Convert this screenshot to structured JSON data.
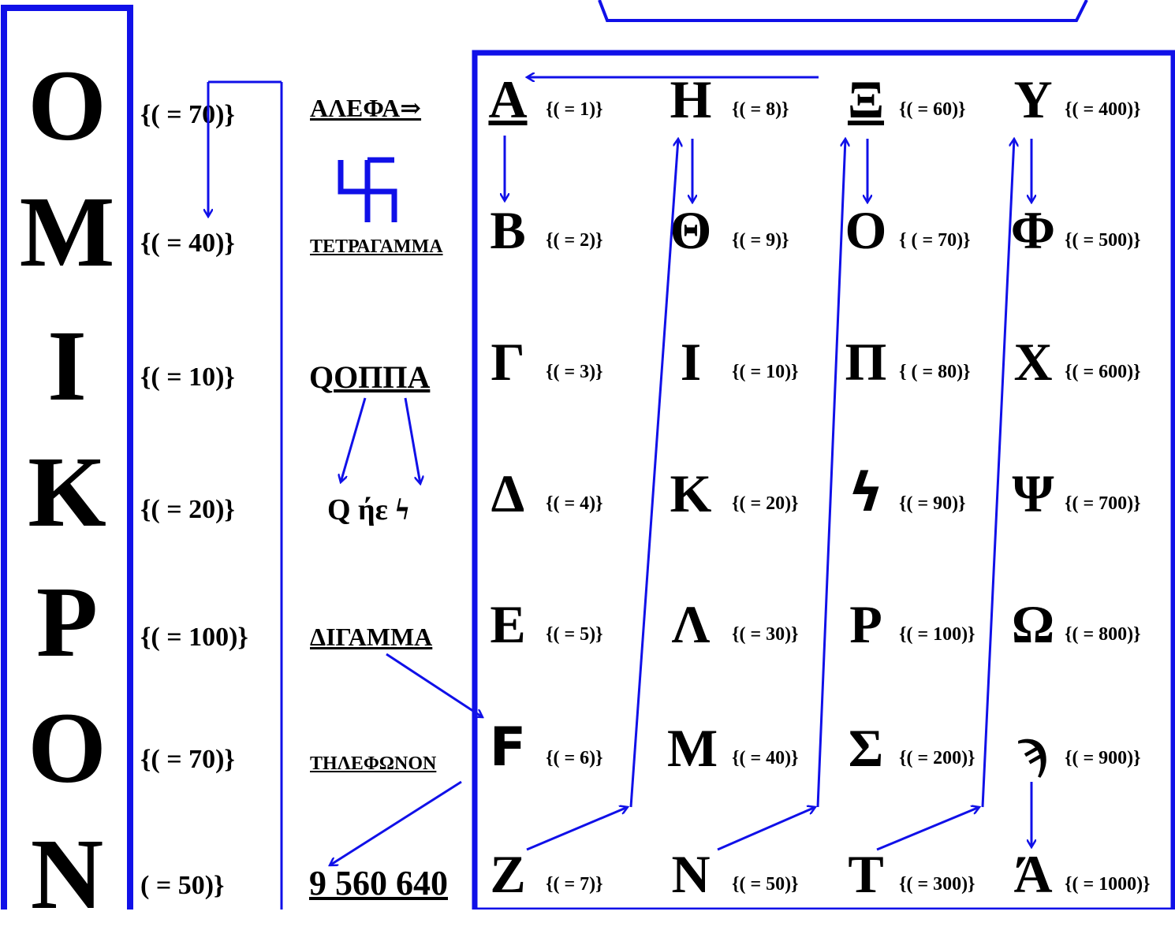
{
  "left_word": [
    "Ο",
    "Μ",
    "Ι",
    "Κ",
    "Ρ",
    "Ο",
    "Ν"
  ],
  "left_values": [
    "{( =   70)}",
    "{( =   40)}",
    "{( =   10)}",
    "{( =   20)}",
    "{( =  100)}",
    "{( =   70)}",
    "( =  50)}"
  ],
  "middle": {
    "alefa": "ΑΛΕΦΑ⇒",
    "tetragamma": "ΤΕΤΡΑΓΑΜΜΑ",
    "qoppa_q": "Q",
    "qoppa_rest": "ΟΠΠΑ",
    "q_or": "Q ήε ϟ",
    "digamma": "ΔΙΓΑΜΜΑ",
    "tilefonon": "ΤΗΛΕΦΩΝΟΝ",
    "phone": "9 560 640"
  },
  "grid": [
    [
      {
        "g": "Α",
        "v": "{( = 1)}"
      },
      {
        "g": "Η",
        "v": "{( = 8)}"
      },
      {
        "g": "Ξ",
        "v": "{( = 60)}"
      },
      {
        "g": "Υ",
        "v": "{( = 400)}"
      }
    ],
    [
      {
        "g": "Β",
        "v": "{( = 2)}"
      },
      {
        "g": "Θ",
        "v": "{( = 9)}"
      },
      {
        "g": "Ο",
        "v": "{ ( = 70)}"
      },
      {
        "g": "Φ",
        "v": "{( = 500)}"
      }
    ],
    [
      {
        "g": "Γ",
        "v": "{( = 3)}"
      },
      {
        "g": "Ι",
        "v": "{( = 10)}"
      },
      {
        "g": "Π",
        "v": "{ ( = 80)}"
      },
      {
        "g": "Χ",
        "v": "{( = 600)}"
      }
    ],
    [
      {
        "g": "Δ",
        "v": "{( = 4)}"
      },
      {
        "g": "Κ",
        "v": "{( = 20)}"
      },
      {
        "g": "ϟ",
        "v": "{( = 90)}"
      },
      {
        "g": "Ψ",
        "v": "{( = 700)}"
      }
    ],
    [
      {
        "g": "Ε",
        "v": "{( = 5)}"
      },
      {
        "g": "Λ",
        "v": "{( = 30)}"
      },
      {
        "g": "Ρ",
        "v": "{( = 100)}"
      },
      {
        "g": "Ω",
        "v": "{( = 800)}"
      }
    ],
    [
      {
        "g": "F",
        "v": "{( = 6)}"
      },
      {
        "g": "Μ",
        "v": "{( = 40)}"
      },
      {
        "g": "Σ",
        "v": "{( = 200)}"
      },
      {
        "g": "ϡ",
        "v": "{( = 900)}"
      }
    ],
    [
      {
        "g": "Ζ",
        "v": "{( = 7)}"
      },
      {
        "g": "Ν",
        "v": "{( = 50)}"
      },
      {
        "g": "Τ",
        "v": "{( = 300)}"
      },
      {
        "g": "Ά",
        "v": "{( = 1000)}"
      }
    ]
  ],
  "colors": {
    "accent": "#1010e8",
    "text": "#000000"
  }
}
